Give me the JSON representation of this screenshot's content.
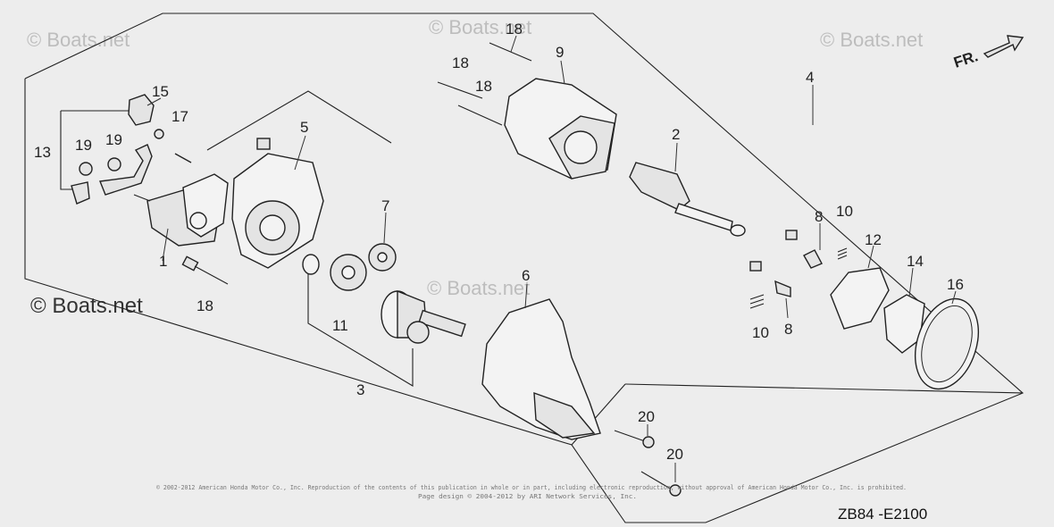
{
  "watermark": "© Boats.net",
  "watermark_main": "© Boats.net",
  "direction_label": "FR.",
  "diagram_code": "ZB84 -E2100",
  "copyright_line1": "© 2002-2012 American Honda Motor Co., Inc. Reproduction of the contents of this publication in whole or in part, including electronic reproduction, without approval of American Honda Motor Co., Inc. is prohibited.",
  "copyright_line2": "Page design © 2004-2012 by ARI Network Services, Inc.",
  "callouts": {
    "c1": "1",
    "c2": "2",
    "c3": "3",
    "c4": "4",
    "c5": "5",
    "c6": "6",
    "c7": "7",
    "c8a": "8",
    "c8b": "8",
    "c9": "9",
    "c10a": "10",
    "c10b": "10",
    "c11": "11",
    "c12": "12",
    "c13": "13",
    "c14": "14",
    "c15": "15",
    "c16": "16",
    "c17": "17",
    "c18a": "18",
    "c18b": "18",
    "c18c": "18",
    "c18d": "18",
    "c19a": "19",
    "c19b": "19",
    "c20a": "20",
    "c20b": "20"
  }
}
